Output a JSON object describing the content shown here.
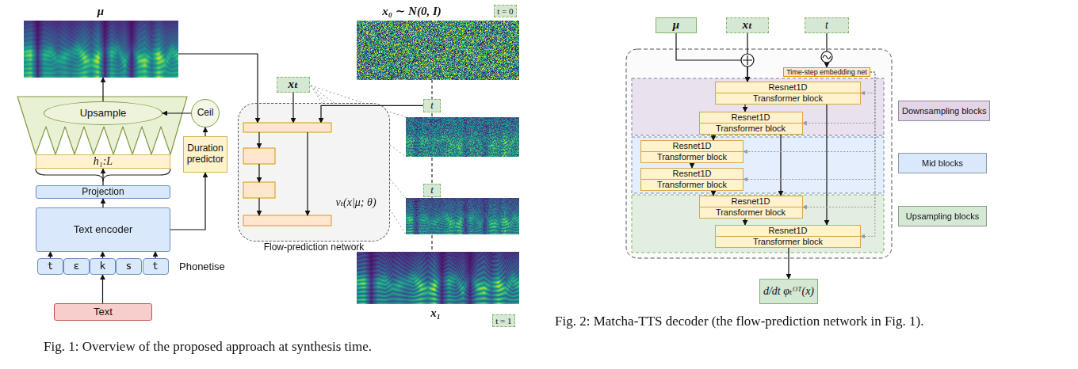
{
  "diagram": {
    "caption": "Fig. 1: Overview of the proposed approach at synthesis time.",
    "nodes": [
      {
        "text": [
          "μ"
        ]
      },
      {
        "text": [
          "x₀ ∼ N(0, I)",
          "t = 0"
        ]
      },
      {
        "text": [
          "Upsample"
        ]
      },
      {
        "text": [
          "Ceil"
        ]
      },
      {
        "text": [
          "xₜ"
        ]
      },
      {
        "text": [
          "t"
        ]
      },
      {
        "text": [
          "vₜ(x|μ; θ)",
          "Flow-prediction network"
        ]
      },
      {
        "text": [
          "Duration predictor"
        ]
      },
      {
        "text": [
          "h₁:L"
        ]
      },
      {
        "text": [
          "Projection"
        ]
      },
      {
        "text": [
          "Text encoder"
        ]
      },
      {
        "text": [
          "t"
        ]
      },
      {
        "text": [
          "ɛ"
        ]
      },
      {
        "text": [
          "k"
        ]
      },
      {
        "text": [
          "s"
        ]
      },
      {
        "text": [
          "t"
        ]
      },
      {
        "text": [
          "t"
        ]
      },
      {
        "text": [
          "x₁",
          "t = 1"
        ]
      },
      {
        "text": [
          "Text"
        ]
      },
      {
        "text": [
          "μ"
        ]
      },
      {
        "text": [
          "xₜ"
        ]
      },
      {
        "text": [
          "t"
        ]
      },
      {
        "text": [
          "Time-step embedding net"
        ]
      },
      {
        "text": [
          "Resnet1D",
          "Transformer block"
        ]
      },
      {
        "text": [
          "Resnet1D",
          "Transformer block"
        ]
      },
      {
        "text": [
          "Resnet1D",
          "Transformer block"
        ]
      },
      {
        "text": [
          "Resnet1D",
          "Transformer block"
        ]
      },
      {
        "text": [
          "Resnet1D",
          "Transformer block"
        ]
      },
      {
        "text": [
          "Resnet1D",
          "Transformer block"
        ]
      },
      {
        "text": [
          "d/dt φₜᴼᵀ(x)"
        ]
      }
    ],
    "edges": [
      {
        "from": 18,
        "to": 13,
        "arrow": "to"
      },
      {
        "from": 11,
        "to": 10,
        "arrow": "to"
      },
      {
        "from": 13,
        "to": 10,
        "arrow": "to"
      },
      {
        "from": 15,
        "to": 10,
        "arrow": "to"
      },
      {
        "from": 10,
        "to": 9,
        "arrow": "to"
      },
      {
        "from": 9,
        "to": 8,
        "arrow": "to"
      },
      {
        "from": 10,
        "to": 7,
        "arrow": "to"
      },
      {
        "from": 7,
        "to": 3,
        "arrow": "to"
      },
      {
        "from": 3,
        "to": 2,
        "arrow": "to"
      },
      {
        "from": 2,
        "to": 0,
        "arrow": "to"
      },
      {
        "from": 0,
        "to": 6,
        "arrow": "to"
      },
      {
        "from": 4,
        "to": 6,
        "arrow": "to"
      },
      {
        "from": 5,
        "to": 6,
        "arrow": "to"
      },
      {
        "from": 19,
        "to": 23,
        "arrow": "to"
      },
      {
        "from": 20,
        "to": 23,
        "arrow": "to"
      },
      {
        "from": 21,
        "to": 22,
        "arrow": "to"
      },
      {
        "from": 23,
        "to": 24,
        "arrow": "to"
      },
      {
        "from": 24,
        "to": 25,
        "arrow": "to"
      },
      {
        "from": 25,
        "to": 26,
        "arrow": "to"
      },
      {
        "from": 26,
        "to": 27,
        "arrow": "to"
      },
      {
        "from": 27,
        "to": 28,
        "arrow": "to"
      },
      {
        "from": 28,
        "to": 29,
        "arrow": "to"
      },
      {
        "from": 23,
        "to": 28,
        "arrow": "to"
      },
      {
        "from": 24,
        "to": 27,
        "arrow": "to"
      },
      {
        "from": 22,
        "to": 23,
        "arrow": "to"
      },
      {
        "from": 22,
        "to": 24,
        "arrow": "to"
      },
      {
        "from": 22,
        "to": 25,
        "arrow": "to"
      },
      {
        "from": 22,
        "to": 26,
        "arrow": "to"
      },
      {
        "from": 22,
        "to": 27,
        "arrow": "to"
      },
      {
        "from": 22,
        "to": 28,
        "arrow": "to"
      }
    ],
    "labels": [
      "Phonetise",
      "Fig. 2: Matcha-TTS decoder (the flow-prediction network in Fig. 1)."
    ],
    "legend": [
      {
        "text": "Downsampling blocks",
        "color": "#e1d5e7"
      },
      {
        "text": "Mid blocks",
        "color": "#dae8fc"
      },
      {
        "text": "Upsampling blocks",
        "color": "#d5e8d4"
      }
    ]
  }
}
